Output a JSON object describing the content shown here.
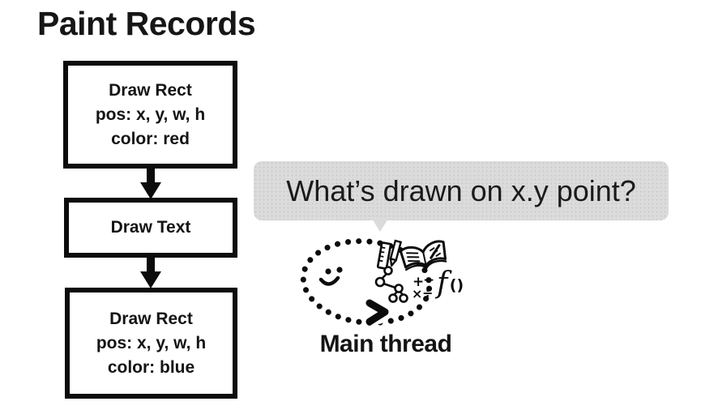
{
  "slide": {
    "title": "Paint Records"
  },
  "flowchart": {
    "boxes": [
      {
        "lines": [
          "Draw Rect",
          "pos: x, y, w, h",
          "color: red"
        ]
      },
      {
        "lines": [
          "Draw Text"
        ]
      },
      {
        "lines": [
          "Draw Rect",
          "pos: x, y, w, h",
          "color: blue"
        ]
      }
    ]
  },
  "speech_bubble": {
    "text": "What’s drawn on x.y point?",
    "background_color": "#dbdbdb"
  },
  "main_thread": {
    "label": "Main thread",
    "math_symbols": [
      "+",
      "−",
      "×",
      "÷"
    ],
    "function_f": "f",
    "function_parens": "()"
  },
  "colors": {
    "background": "#ffffff",
    "ink": "#0c0c0c",
    "bubble": "#dbdbdb"
  }
}
